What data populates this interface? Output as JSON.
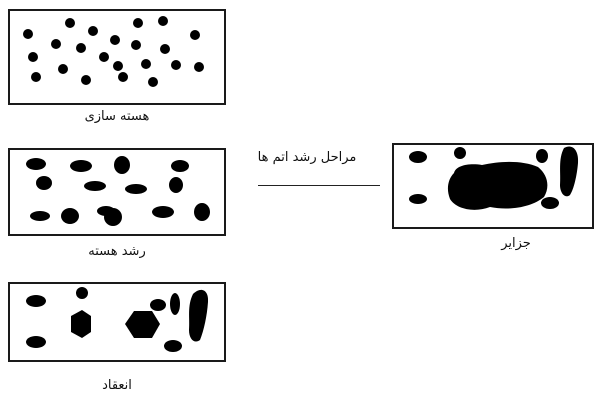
{
  "stages": [
    {
      "key": "nucleation",
      "caption": "هسته سازی"
    },
    {
      "key": "nucleus_growth",
      "caption": "رشد هسته"
    },
    {
      "key": "coalescence",
      "caption": "انعقاد"
    },
    {
      "key": "islands",
      "caption": "جزایر"
    }
  ],
  "process_label": "مراحل رشد اتم ها",
  "colors": {
    "ink": "#000000",
    "frame": "#1a1a1a",
    "background": "#ffffff"
  }
}
